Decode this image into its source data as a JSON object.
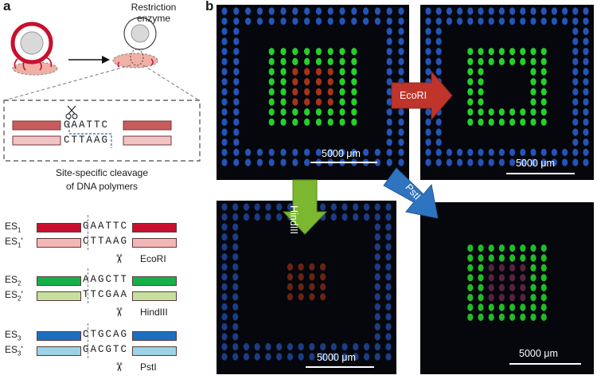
{
  "panel_a": {
    "letter": "a",
    "top_label_line1": "Restriction",
    "top_label_line2": "enzyme",
    "inset_top_seq": "GAATTC",
    "inset_bottom_seq": "CTTAAG",
    "caption_line1": "Site-specific cleavage",
    "caption_line2": "of DNA polymers",
    "strands": [
      {
        "top_name": "ES",
        "top_sub": "1",
        "bottom_name": "ES",
        "bottom_sub": "1",
        "bottom_prime": "'",
        "top_seq": "GAATTC",
        "bottom_seq": "CTTAAG",
        "enzyme": "EcoRI",
        "top_color": "#c8102e",
        "bottom_color": "#f2b6b6"
      },
      {
        "top_name": "ES",
        "top_sub": "2",
        "bottom_name": "ES",
        "bottom_sub": "2",
        "bottom_prime": "'",
        "top_seq": "AAGCTT",
        "bottom_seq": "TTCGAA",
        "enzyme": "HindIII",
        "top_color": "#16b04a",
        "bottom_color": "#c6e0a0"
      },
      {
        "top_name": "ES",
        "top_sub": "3",
        "bottom_name": "ES",
        "bottom_sub": "3",
        "bottom_prime": "'",
        "top_seq": "CTGCAG",
        "bottom_seq": "GACGTC",
        "enzyme": "PstI",
        "top_color": "#1a6fc0",
        "bottom_color": "#9cd3e6"
      }
    ]
  },
  "panel_b": {
    "letter": "b",
    "scale_label": "5000 μm",
    "arrows": {
      "ecori": {
        "label": "EcoRI",
        "color": "#c0352b"
      },
      "hindiii": {
        "label": "HindIII",
        "color": "#7cb82f"
      },
      "psti": {
        "label": "PstI",
        "color": "#2f74c0"
      }
    },
    "colors": {
      "blue_spot": "#2a62d6",
      "green_spot": "#25d02a",
      "red_spot": "#d0401c",
      "dim_red_spot": "#6e2a4a",
      "background": "#05070d"
    }
  }
}
